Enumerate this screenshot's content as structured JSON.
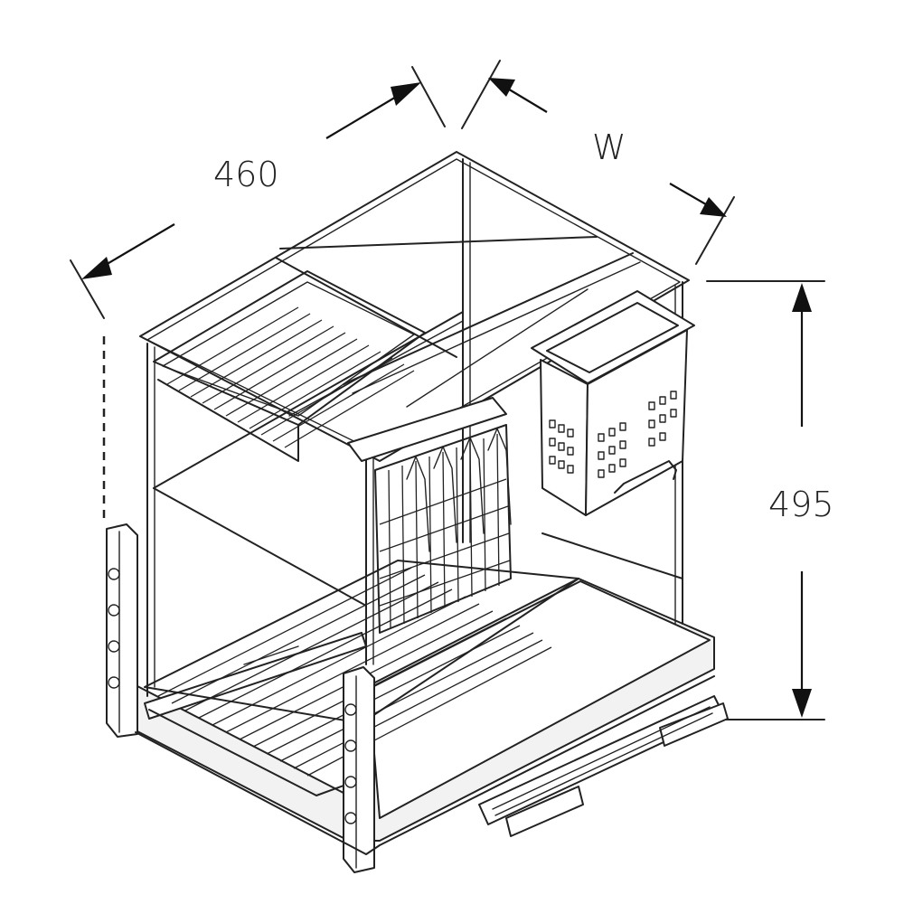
{
  "dimensions": {
    "depth_label": "460",
    "width_label": "W",
    "height_label": "495"
  },
  "colors": {
    "line": "#222222",
    "background": "#ffffff",
    "panel_fill": "#f2f2f2"
  }
}
